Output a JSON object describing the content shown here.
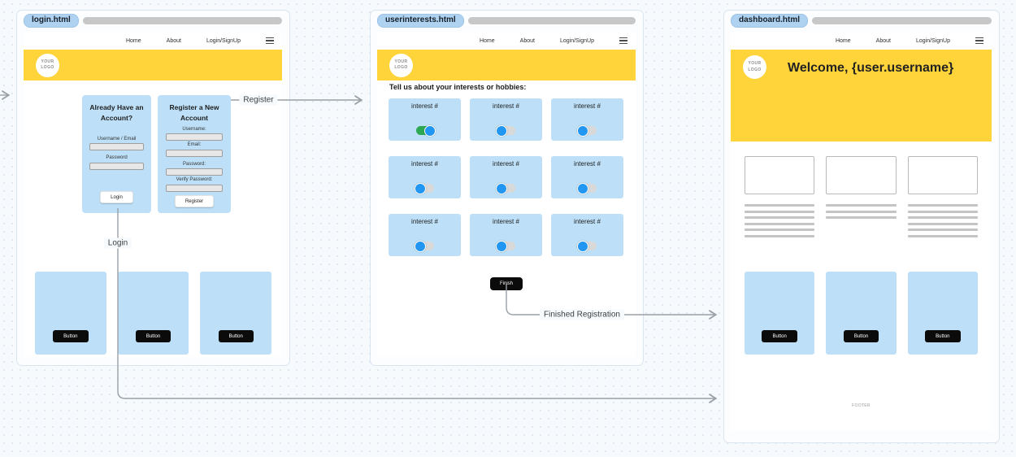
{
  "colors": {
    "accent_yellow": "#FFD43B",
    "card_blue": "#BDE0F8",
    "tab_blue": "#AFD2F0",
    "toggle_on_green": "#2EA853",
    "toggle_knob_blue": "#2196F3",
    "black_button": "#0B0B0B",
    "connector_gray": "#9AA0A6",
    "canvas_bg": "#F7FAFC"
  },
  "shared": {
    "nav": {
      "home": "Home",
      "about": "About",
      "login_signup": "Login/SignUp"
    },
    "logo": {
      "line1": "YOUR",
      "line2": "LOGO"
    },
    "button_label": "Button"
  },
  "login_page": {
    "tab": "login.html",
    "login_card": {
      "title": "Already Have an Account?",
      "username_label": "Username / Email",
      "password_label": "Password",
      "submit_label": "Login"
    },
    "register_card": {
      "title": "Register a New Account",
      "username_label": "Username:",
      "email_label": "Email:",
      "password_label": "Password:",
      "verify_password_label": "Verify Password:",
      "submit_label": "Register"
    }
  },
  "interests_page": {
    "tab": "userinterests.html",
    "prompt": "Tell us about your interests or hobbies:",
    "tile_label": "interest #",
    "finish_label": "Finish",
    "toggles_on": [
      true,
      false,
      false,
      false,
      false,
      false,
      false,
      false,
      false
    ]
  },
  "dashboard_page": {
    "tab": "dashboard.html",
    "welcome": "Welcome, {user.username}",
    "footer": "FOOTER"
  },
  "connectors": {
    "register": "Register",
    "login": "Login",
    "finished_registration": "Finished Registration"
  }
}
